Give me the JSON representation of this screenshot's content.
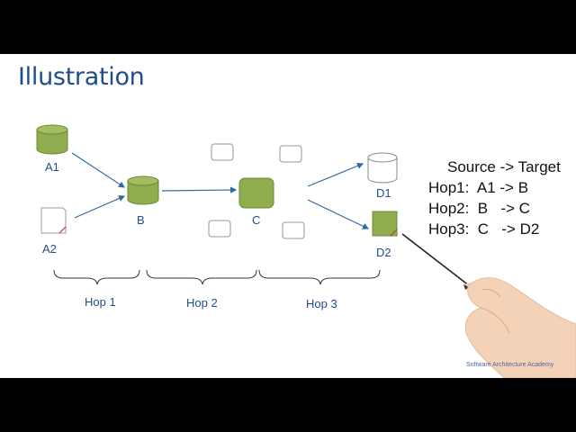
{
  "slide": {
    "title": "Illustration"
  },
  "nodes": {
    "a1": "A1",
    "a2": "A2",
    "b": "B",
    "c": "C",
    "d1": "D1",
    "d2": "D2"
  },
  "hops": {
    "hop1": "Hop 1",
    "hop2": "Hop 2",
    "hop3": "Hop 3"
  },
  "notes": {
    "line1": "Source -> Target",
    "line2": "Hop1:  A1 -> B",
    "line3": "Hop2:  B   -> C",
    "line4": "Hop3:  C   -> D2"
  },
  "credit": "Software Architecture Academy",
  "colors": {
    "node_fill": "#8fac4e",
    "node_stroke": "#6b8a37",
    "edge": "#2f6aa0",
    "title": "#1f4e8a"
  }
}
